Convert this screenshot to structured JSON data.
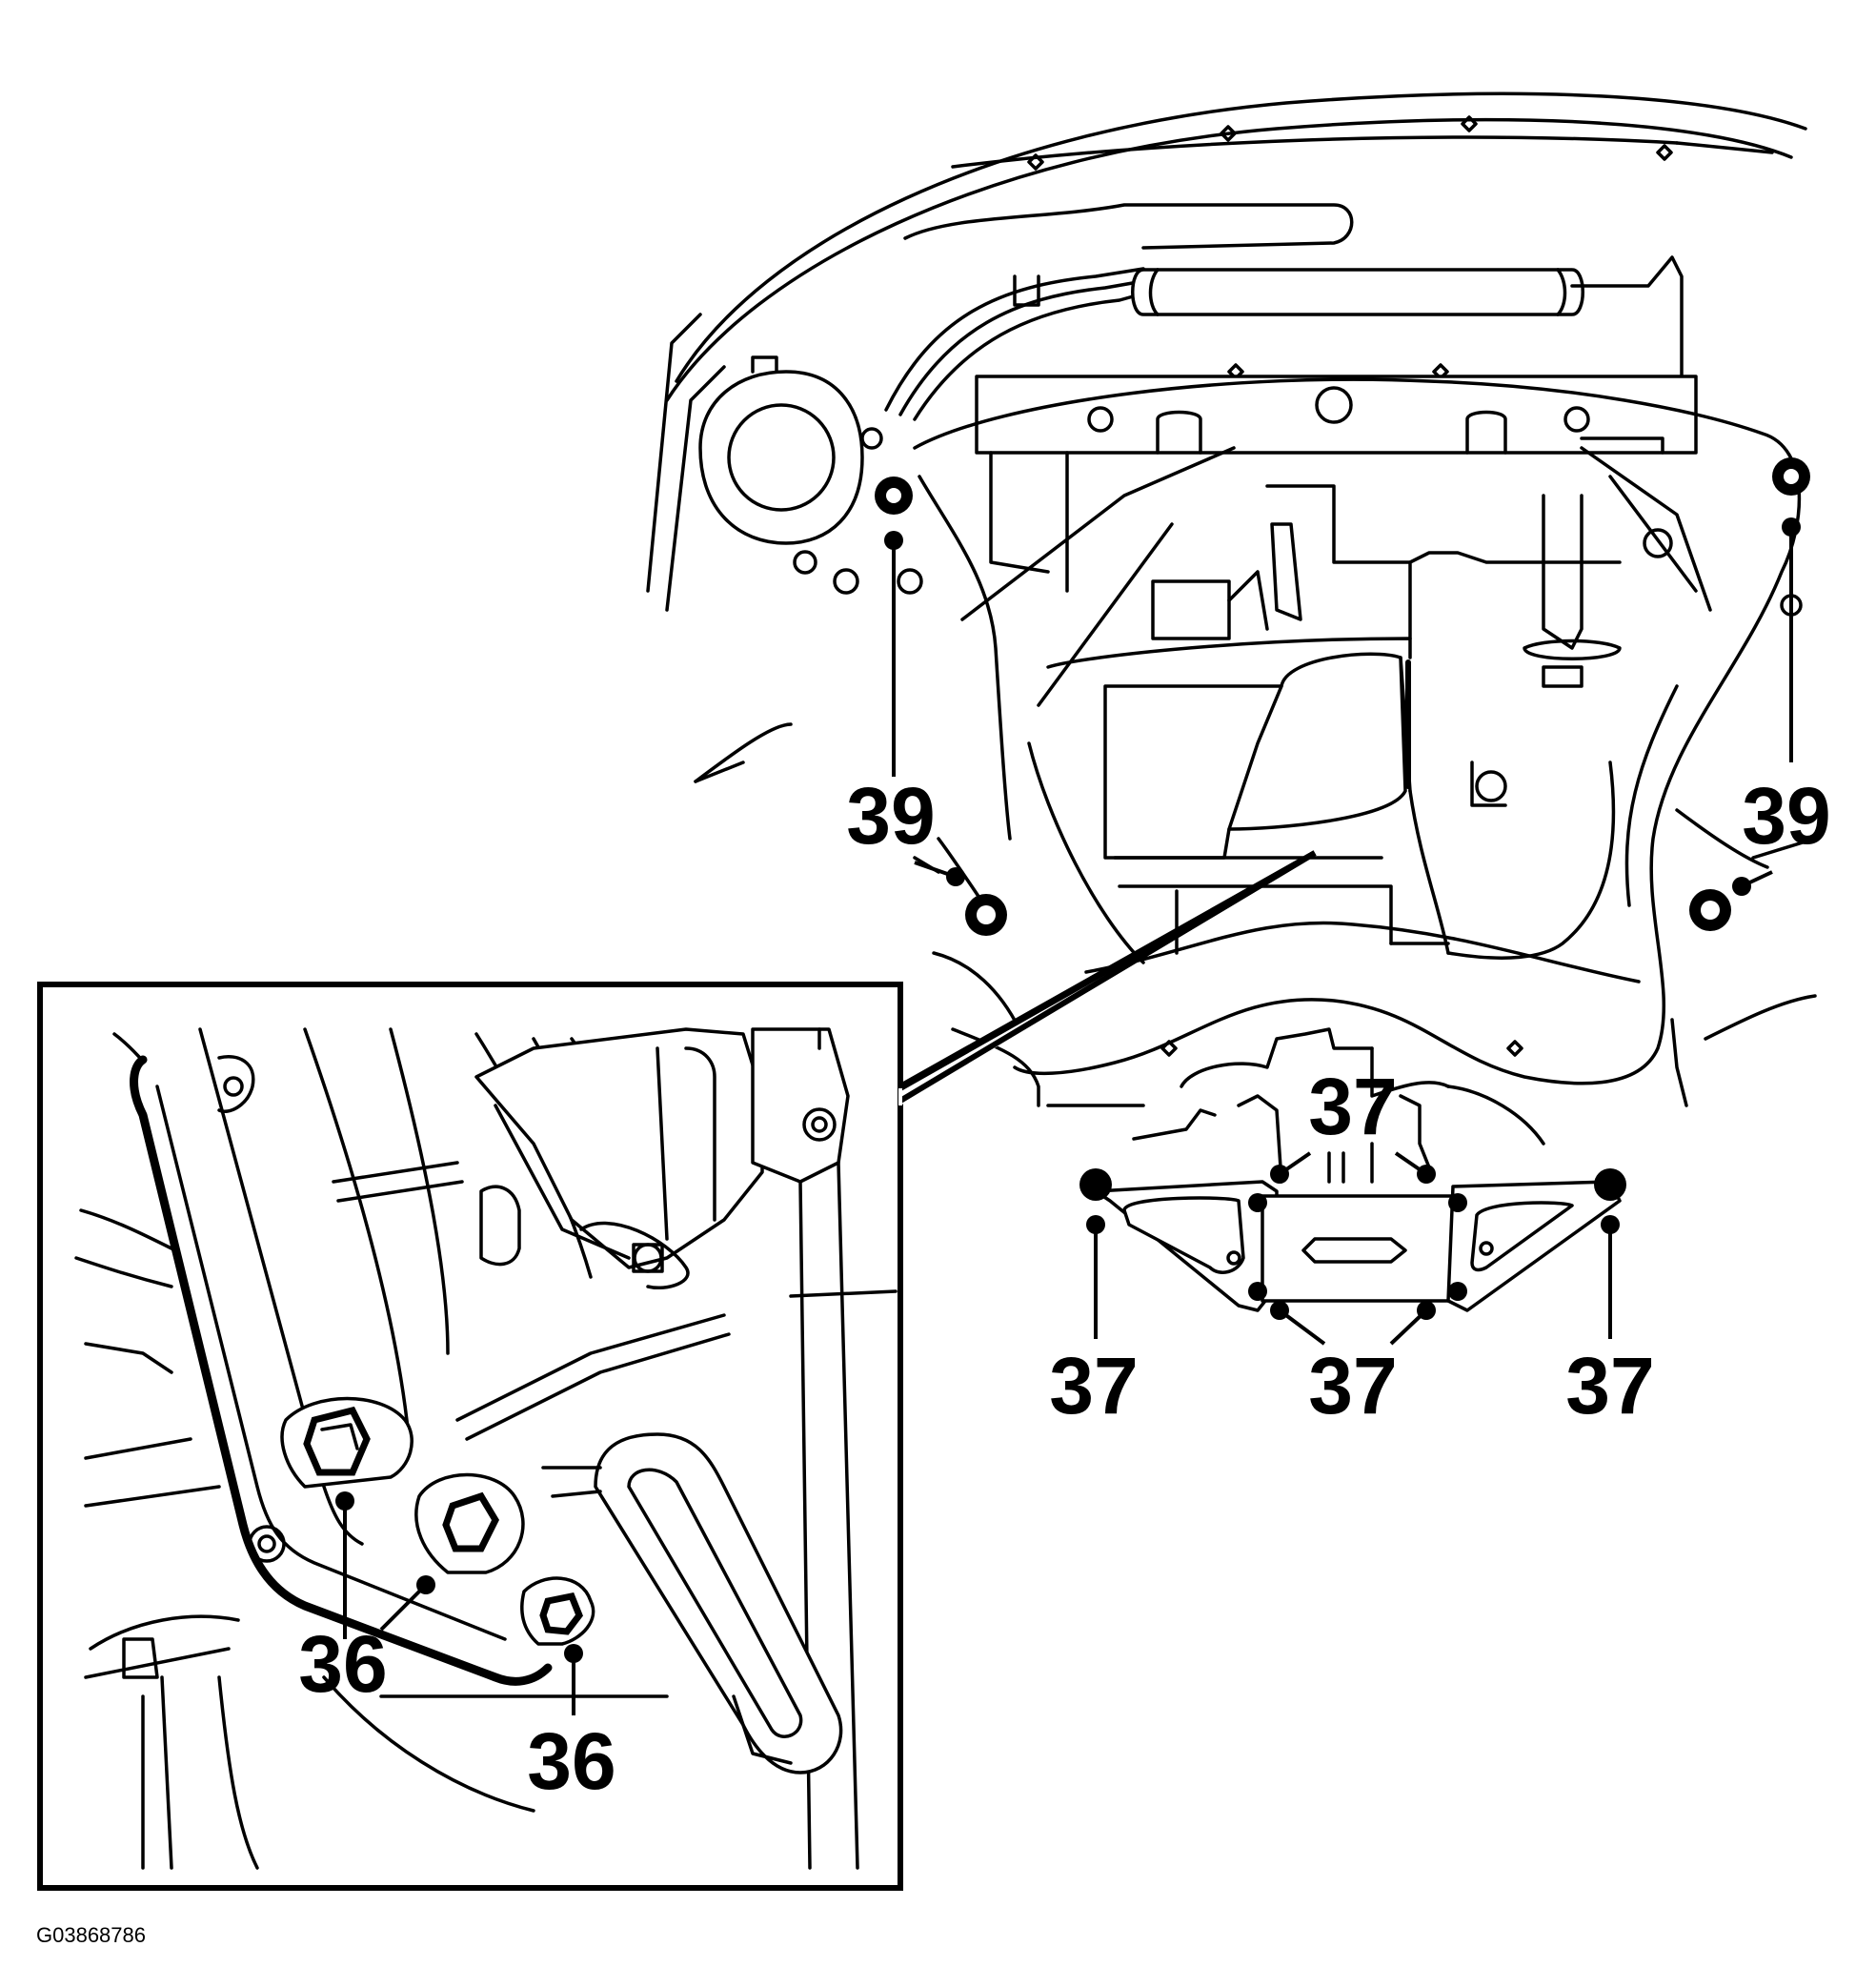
{
  "figure": {
    "figure_id": "G03868786",
    "callouts": {
      "c36a": "36",
      "c36b": "36",
      "c37top": "37",
      "c37left": "37",
      "c37mid": "37",
      "c37right": "37",
      "c39left": "39",
      "c39right": "39"
    }
  }
}
